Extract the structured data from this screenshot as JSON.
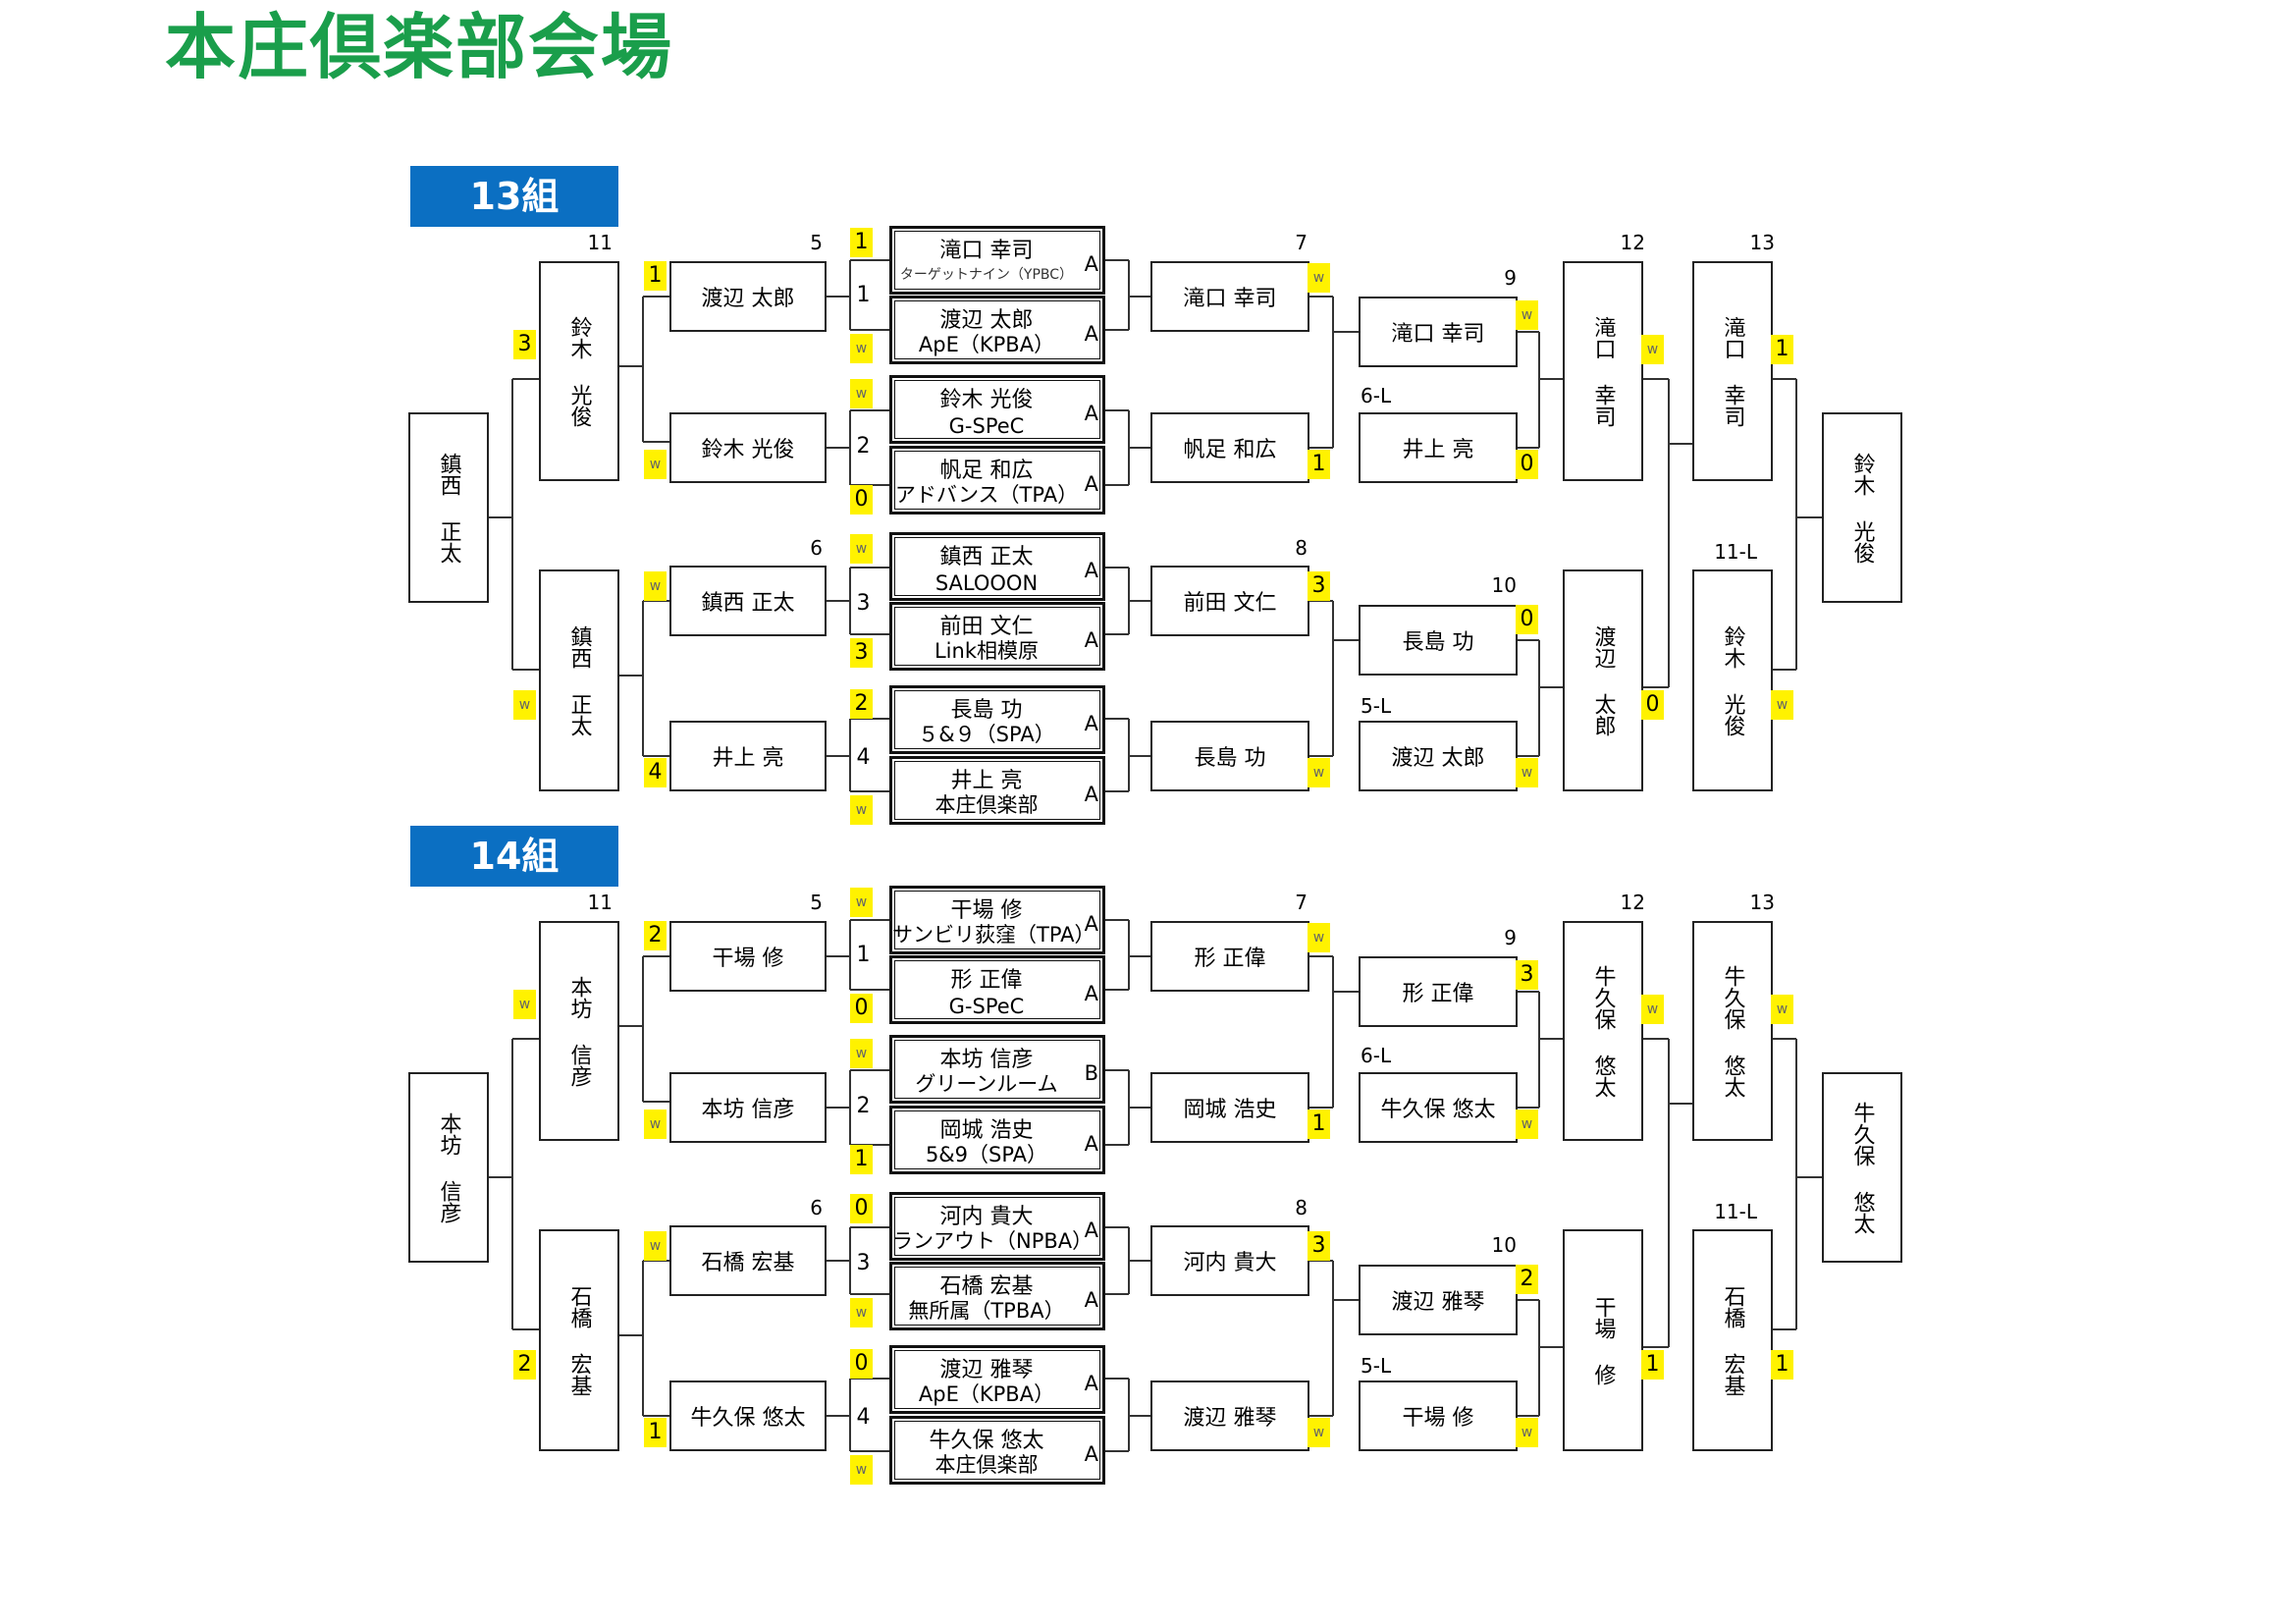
{
  "page_title": "本庄倶楽部会場",
  "g13": {
    "label": "13組",
    "m": {
      "m11": "11",
      "m5": "5",
      "m6": "6",
      "m7": "7",
      "m8": "8",
      "m9": "9",
      "m10": "10",
      "m12": "12",
      "m13": "13",
      "m6l": "6-L",
      "m5l": "5-L",
      "m11l": "11-L"
    },
    "p": [
      {
        "name": "滝口 幸司",
        "club": "ターゲットナイン（YPBC）",
        "rank": "A"
      },
      {
        "name": "渡辺 太郎",
        "club": "ApE（KPBA）",
        "rank": "A"
      },
      {
        "name": "鈴木 光俊",
        "club": "G-SPeC",
        "rank": "A"
      },
      {
        "name": "帆足 和広",
        "club": "アドバンス（TPA）",
        "rank": "A"
      },
      {
        "name": "鎮西 正太",
        "club": "SALOOON",
        "rank": "A"
      },
      {
        "name": "前田 文仁",
        "club": "Link相模原",
        "rank": "A"
      },
      {
        "name": "長島 功",
        "club": "５&９（SPA）",
        "rank": "A"
      },
      {
        "name": "井上 亮",
        "club": "本庄倶楽部",
        "rank": "A"
      }
    ],
    "ps": [
      "1",
      "w",
      "w",
      "0",
      "w",
      "3",
      "2",
      "w"
    ],
    "mid": [
      "1",
      "2",
      "3",
      "4"
    ],
    "l2": [
      "渡辺 太郎",
      "鈴木 光俊",
      "鎮西 正太",
      "井上 亮"
    ],
    "l2s": [
      "1",
      "w",
      "w",
      "4"
    ],
    "l3": [
      "鈴木 光俊",
      "鎮西 正太"
    ],
    "l3s": [
      "3",
      "w"
    ],
    "fin": "鎮西 正太",
    "r1": [
      "滝口 幸司",
      "帆足 和広",
      "前田 文仁",
      "長島 功"
    ],
    "r1s": [
      "w",
      "1",
      "3",
      "w"
    ],
    "r2": [
      "滝口 幸司",
      "井上 亮",
      "長島 功",
      "渡辺 太郎"
    ],
    "r2s": [
      "w",
      "0",
      "0",
      "w"
    ],
    "r3": [
      "滝口 幸司",
      "渡辺 太郎"
    ],
    "r3s": [
      "w",
      "0"
    ],
    "r4": [
      "滝口 幸司",
      "鈴木 光俊"
    ],
    "r4s": [
      "1",
      "w"
    ],
    "rfin": "鈴木 光俊"
  },
  "g14": {
    "label": "14組",
    "m": {
      "m11": "11",
      "m5": "5",
      "m6": "6",
      "m7": "7",
      "m8": "8",
      "m9": "9",
      "m10": "10",
      "m12": "12",
      "m13": "13",
      "m6l": "6-L",
      "m5l": "5-L",
      "m11l": "11-L"
    },
    "p": [
      {
        "name": "干場 修",
        "club": "サンビリ荻窪（TPA）",
        "rank": "A"
      },
      {
        "name": "形 正偉",
        "club": "G-SPeC",
        "rank": "A"
      },
      {
        "name": "本坊 信彦",
        "club": "グリーンルーム",
        "rank": "B"
      },
      {
        "name": "岡城 浩史",
        "club": "5&9（SPA）",
        "rank": "A"
      },
      {
        "name": "河内 貴大",
        "club": "ランアウト（NPBA）",
        "rank": "A"
      },
      {
        "name": "石橋 宏基",
        "club": "無所属（TPBA）",
        "rank": "A"
      },
      {
        "name": "渡辺 雅琴",
        "club": "ApE（KPBA）",
        "rank": "A"
      },
      {
        "name": "牛久保 悠太",
        "club": "本庄倶楽部",
        "rank": "A"
      }
    ],
    "ps": [
      "w",
      "0",
      "w",
      "1",
      "0",
      "w",
      "0",
      "w"
    ],
    "mid": [
      "1",
      "2",
      "3",
      "4"
    ],
    "l2": [
      "干場 修",
      "本坊 信彦",
      "石橋 宏基",
      "牛久保 悠太"
    ],
    "l2s": [
      "2",
      "w",
      "w",
      "1"
    ],
    "l3": [
      "本坊 信彦",
      "石橋 宏基"
    ],
    "l3s": [
      "w",
      "2"
    ],
    "fin": "本坊 信彦",
    "r1": [
      "形 正偉",
      "岡城 浩史",
      "河内 貴大",
      "渡辺 雅琴"
    ],
    "r1s": [
      "w",
      "1",
      "3",
      "w"
    ],
    "r2": [
      "形 正偉",
      "牛久保 悠太",
      "渡辺 雅琴",
      "干場 修"
    ],
    "r2s": [
      "3",
      "w",
      "2",
      "w"
    ],
    "r3": [
      "牛久保 悠太",
      "干場 修"
    ],
    "r3s": [
      "w",
      "1"
    ],
    "r4": [
      "牛久保 悠太",
      "石橋 宏基"
    ],
    "r4s": [
      "w",
      "1"
    ],
    "rfin": "牛久保 悠太"
  }
}
